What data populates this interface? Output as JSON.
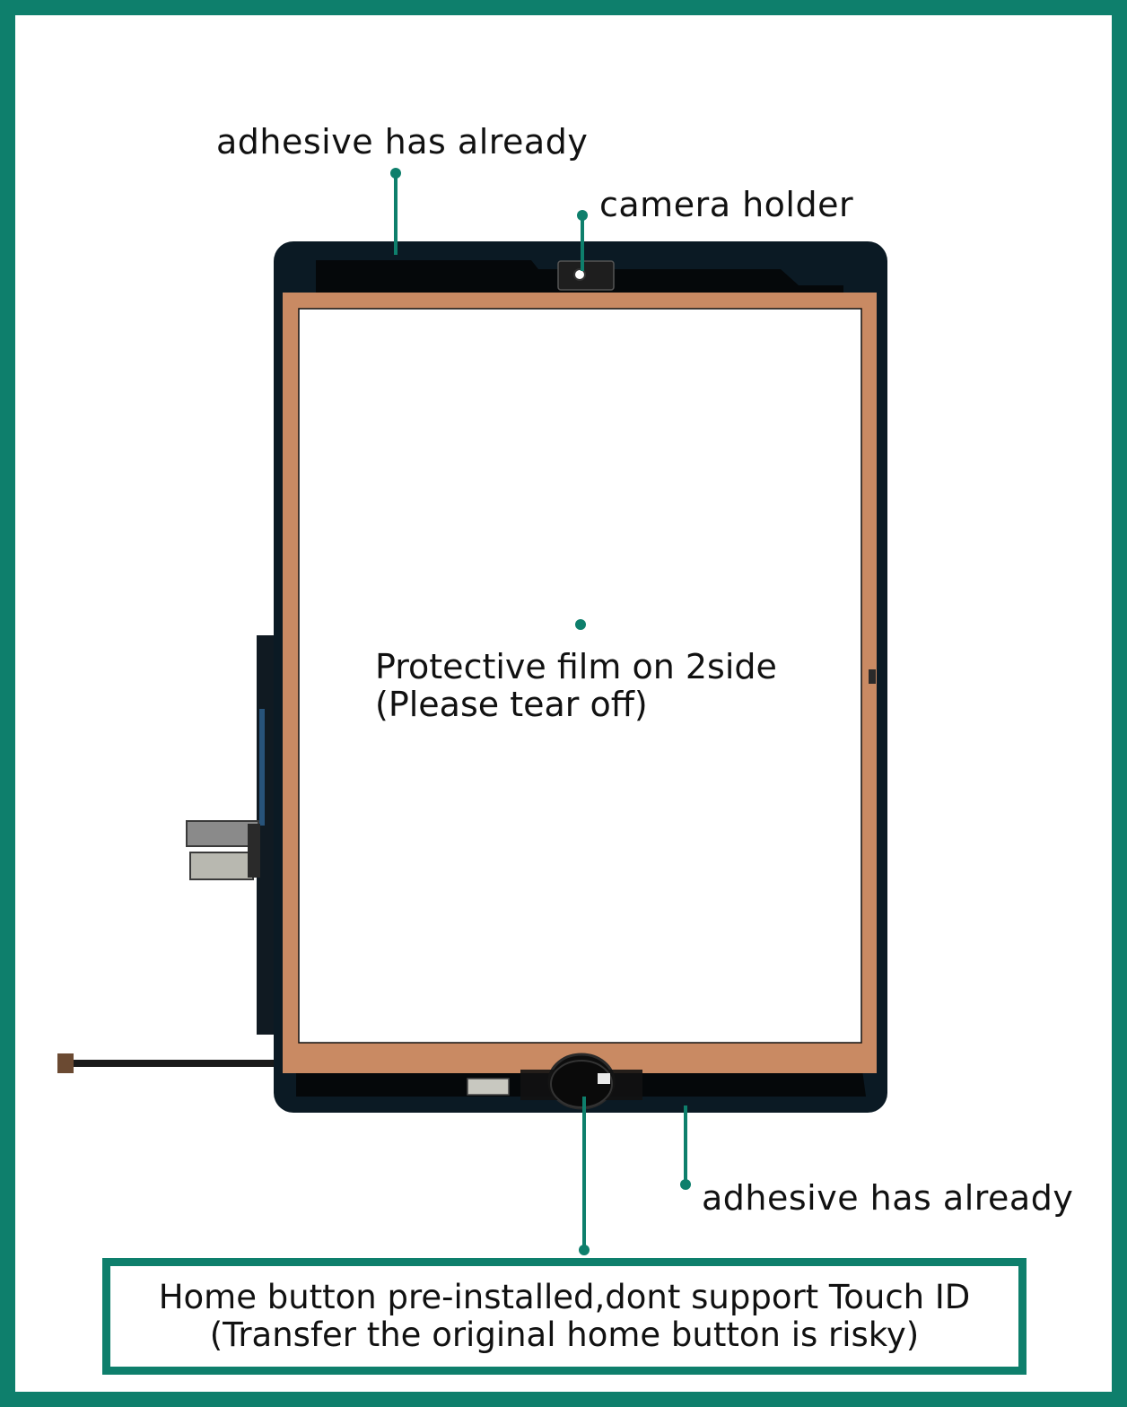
{
  "labels": {
    "adhesive_top": "adhesive has already",
    "camera_holder": "camera holder",
    "adhesive_bottom": "adhesive has already",
    "film_line1": "Protective film on 2side",
    "film_line2": "(Please tear off)"
  },
  "note": {
    "line1": "Home button pre-installed,dont support Touch ID",
    "line2": "(Transfer the original home button is risky)"
  },
  "colors": {
    "accent": "#0e7f6c",
    "panel_frame": "#0b1a24",
    "adhesive_strip": "#c98a63"
  }
}
